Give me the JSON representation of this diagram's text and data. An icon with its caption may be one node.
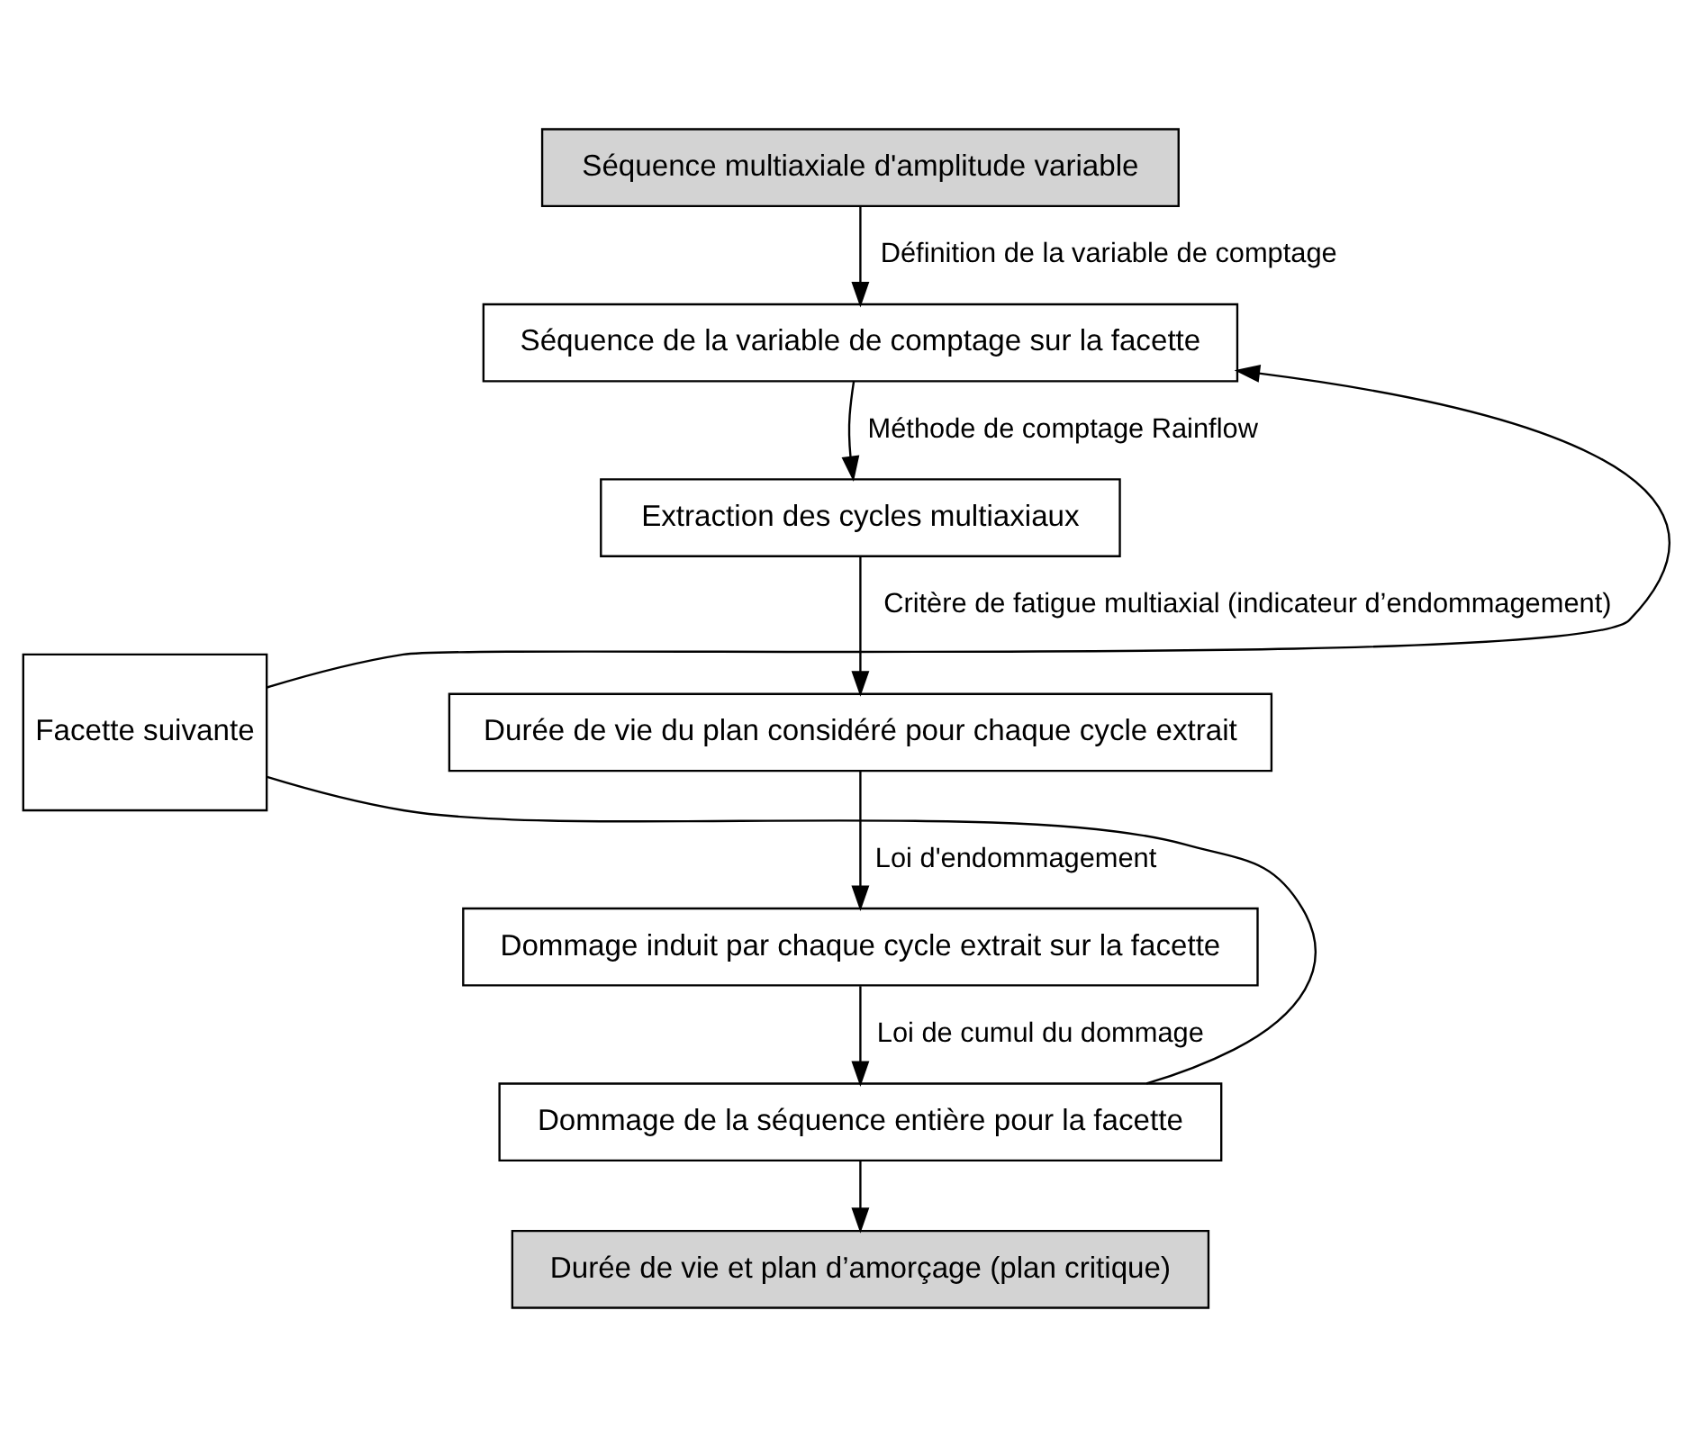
{
  "diagram": {
    "nodes": [
      {
        "text": [
          "Séquence multiaxiale d'amplitude variable"
        ]
      },
      {
        "text": [
          "Séquence de la variable de comptage sur la facette"
        ]
      },
      {
        "text": [
          "Extraction des cycles multiaxiaux"
        ]
      },
      {
        "text": [
          "Durée de vie du plan considéré pour chaque cycle extrait"
        ]
      },
      {
        "text": [
          "Dommage induit par chaque cycle extrait sur la facette"
        ]
      },
      {
        "text": [
          "Dommage de la séquence entière pour la facette"
        ]
      },
      {
        "text": [
          "Durée de vie et plan d’amorçage (plan critique)"
        ]
      },
      {
        "text": [
          "Facette suivante"
        ]
      }
    ],
    "edges": [
      {
        "from": 0,
        "to": 1,
        "arrow": "to",
        "label": "Définition de la variable de comptage"
      },
      {
        "from": 1,
        "to": 2,
        "arrow": "to",
        "label": "Méthode de comptage Rainflow"
      },
      {
        "from": 2,
        "to": 3,
        "arrow": "to",
        "label": "Critère de fatigue multiaxial (indicateur d’endommagement)"
      },
      {
        "from": 3,
        "to": 4,
        "arrow": "to",
        "label": "Loi d'endommagement"
      },
      {
        "from": 4,
        "to": 5,
        "arrow": "to",
        "label": "Loi de cumul du dommage"
      },
      {
        "from": 5,
        "to": 6,
        "arrow": "to"
      },
      {
        "from": 5,
        "to": 7,
        "arrow": "none"
      },
      {
        "from": 7,
        "to": 1,
        "arrow": "to"
      }
    ]
  }
}
